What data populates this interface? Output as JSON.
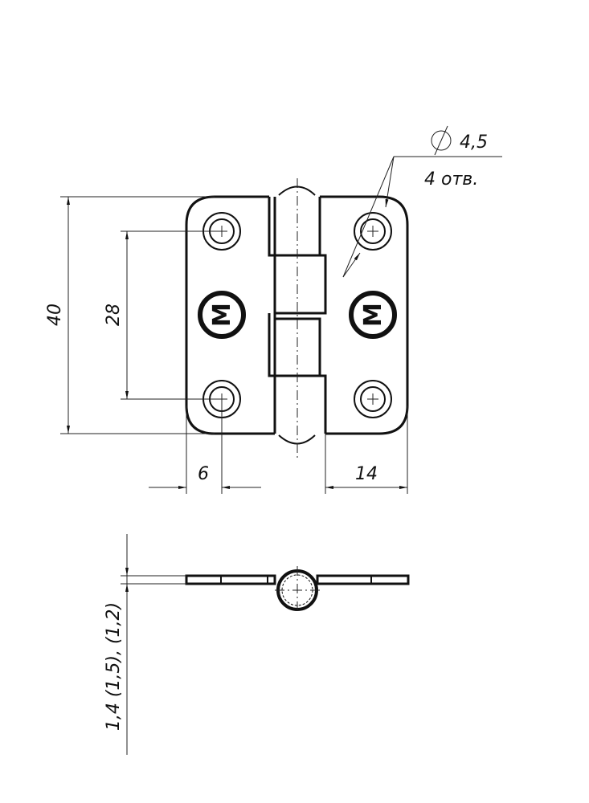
{
  "title": "Hinge technical drawing",
  "dimensions": {
    "height_total": "40",
    "hole_spacing": "28",
    "hole_offset": "6",
    "leaf_width": "14",
    "hole_diameter": "4,5",
    "hole_count": "4 отв.",
    "thickness": "1,4 (1,5), (1,2)"
  },
  "logo_letter": "M",
  "colors": {
    "line": "#111111",
    "background": "#ffffff"
  }
}
